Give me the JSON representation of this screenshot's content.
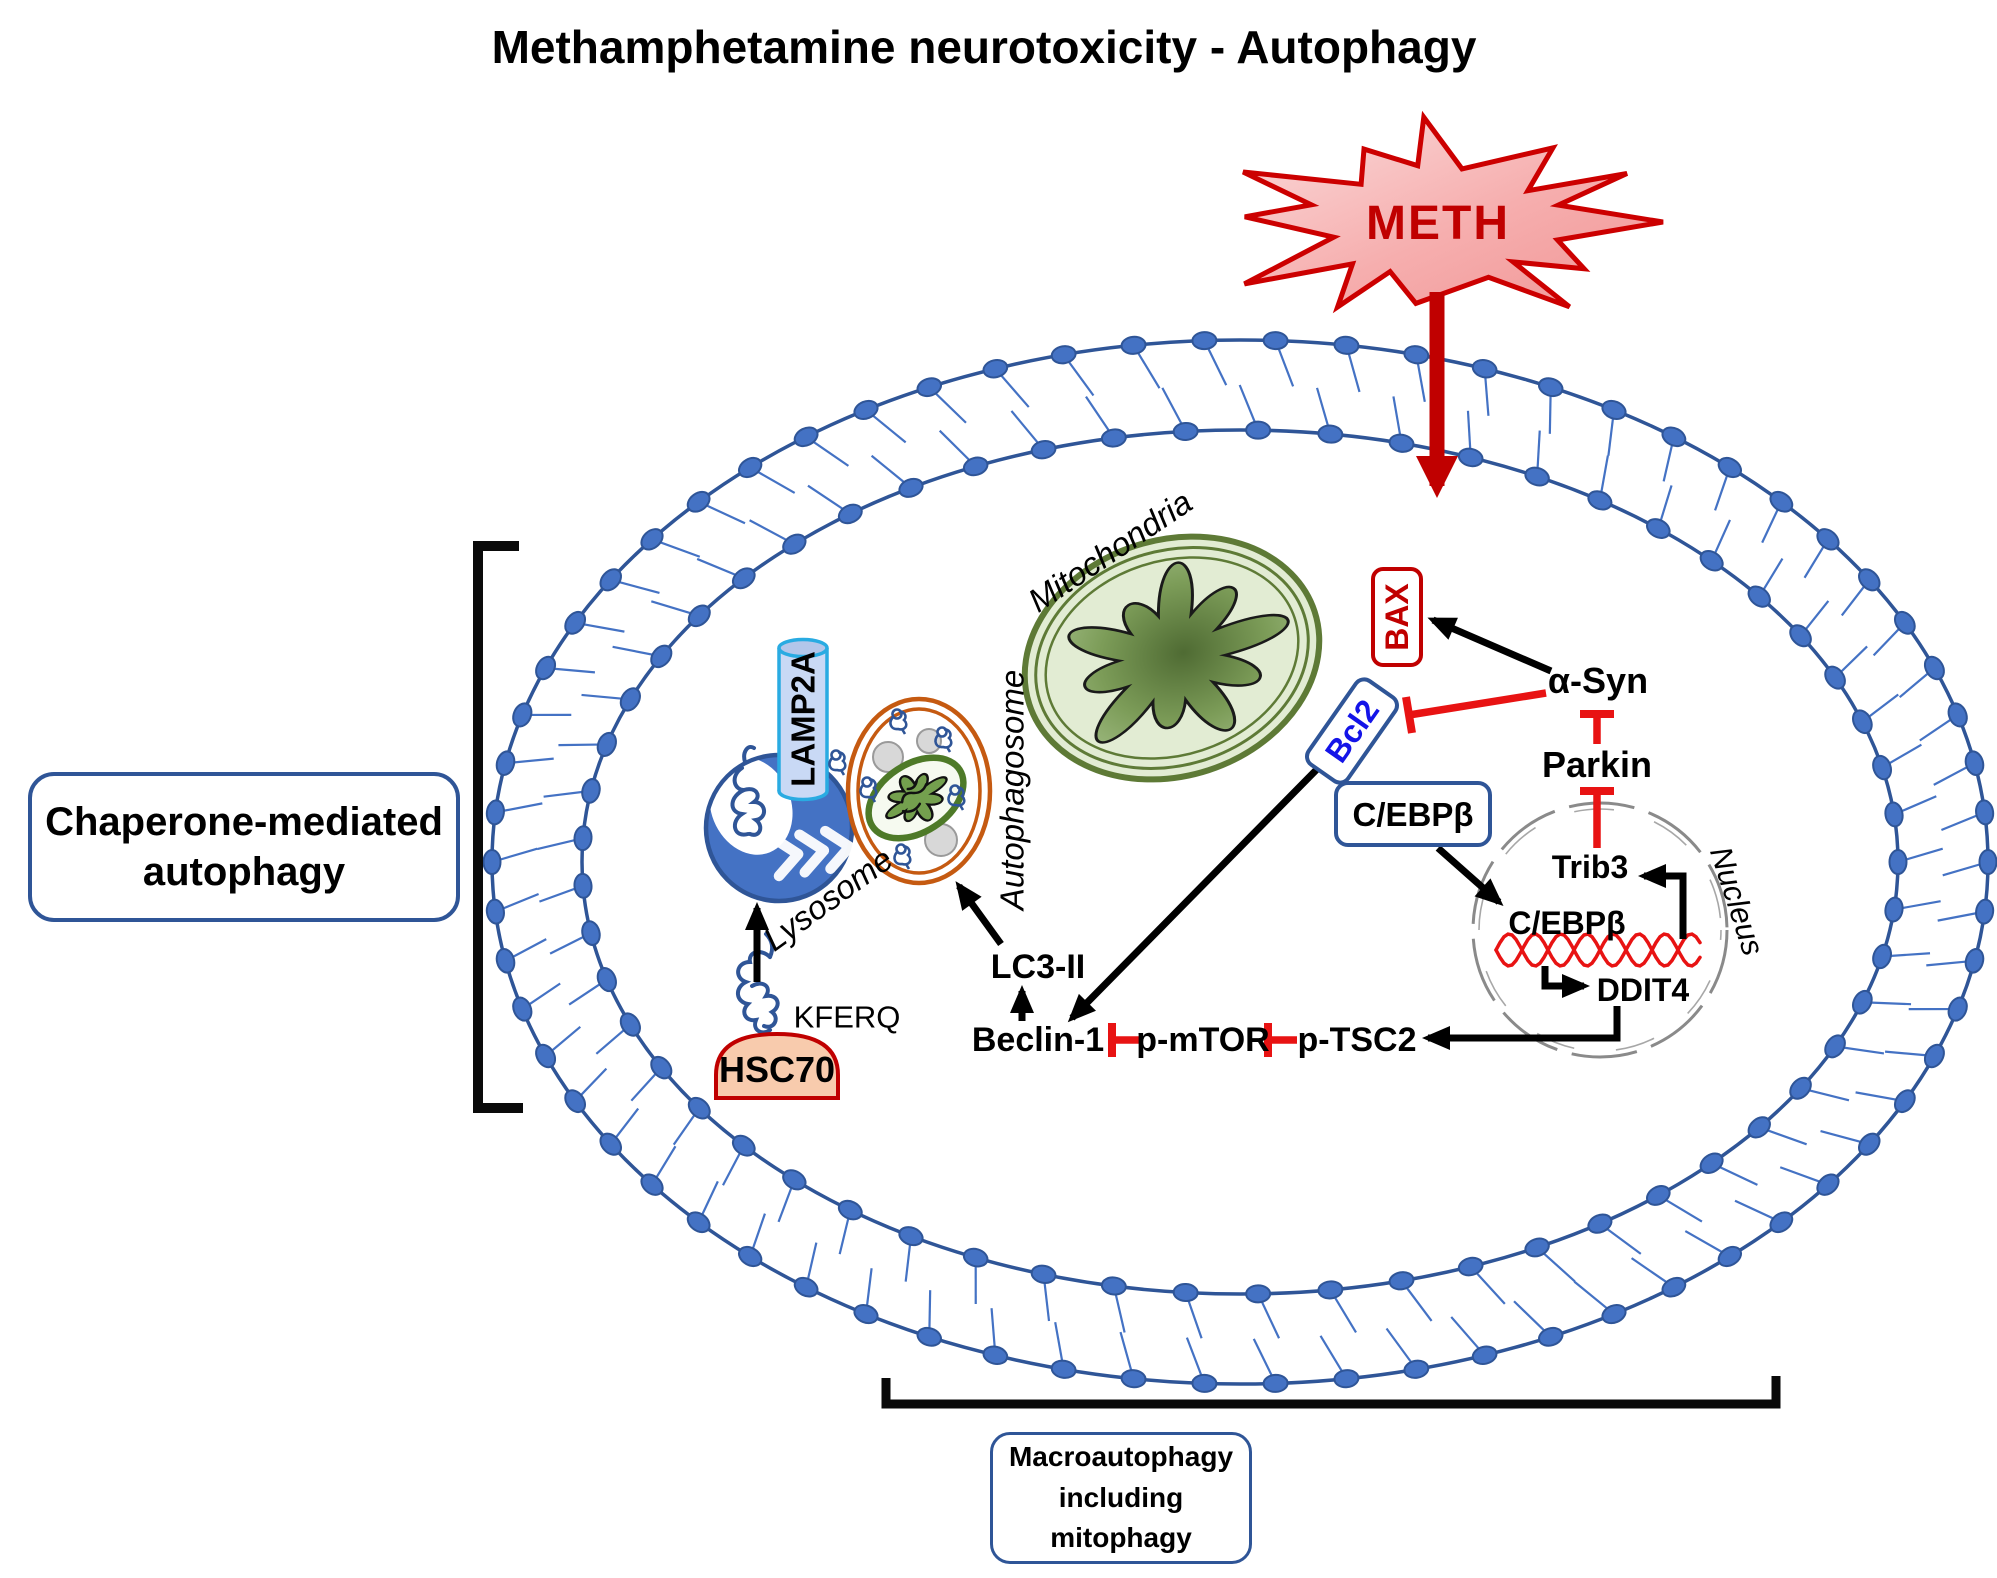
{
  "title": "Methamphetamine neurotoxicity - Autophagy",
  "molecules": {
    "meth": "METH",
    "alpha_syn": "α-Syn",
    "parkin": "Parkin",
    "bax": "BAX",
    "bcl2": "Bcl2",
    "cebpb_cytosol": "C/EBPβ",
    "cebpb_nuclear": "C/EBPβ",
    "trib3": "Trib3",
    "ddit4": "DDIT4",
    "p_tsc2": "p-TSC2",
    "p_mtor": "p-mTOR",
    "beclin1": "Beclin-1",
    "lc3ii": "LC3-II",
    "lamp2a": "LAMP2A",
    "hsc70": "HSC70",
    "kferq": "KFERQ"
  },
  "organelles": {
    "mitochondria": "Mitochondria",
    "nucleus": "Nucleus",
    "lysosome": "Lysosome",
    "autophagosome": "Autophagosome"
  },
  "callouts": {
    "chaperone": {
      "line1": "Chaperone-mediated",
      "line2": "autophagy"
    },
    "macro": {
      "line1": "Macroautophagy",
      "line2": "including mitophagy"
    }
  },
  "colors": {
    "meth_red": "#C00000",
    "inhibition_red": "#E81313",
    "membrane_blue": "#2F5597",
    "lipid_head_blue": "#4472C4",
    "autophagosome_orange": "#C55A11",
    "mitochondria_green": "#5E7A36",
    "lamp2a_cyan": "#29ABE2",
    "hsc70_peach": "#F8CBAD",
    "callout_border_blue": "#2F5597",
    "bcl2_blue": "#1414E8",
    "nucleus_gray": "#8A8A8A"
  }
}
